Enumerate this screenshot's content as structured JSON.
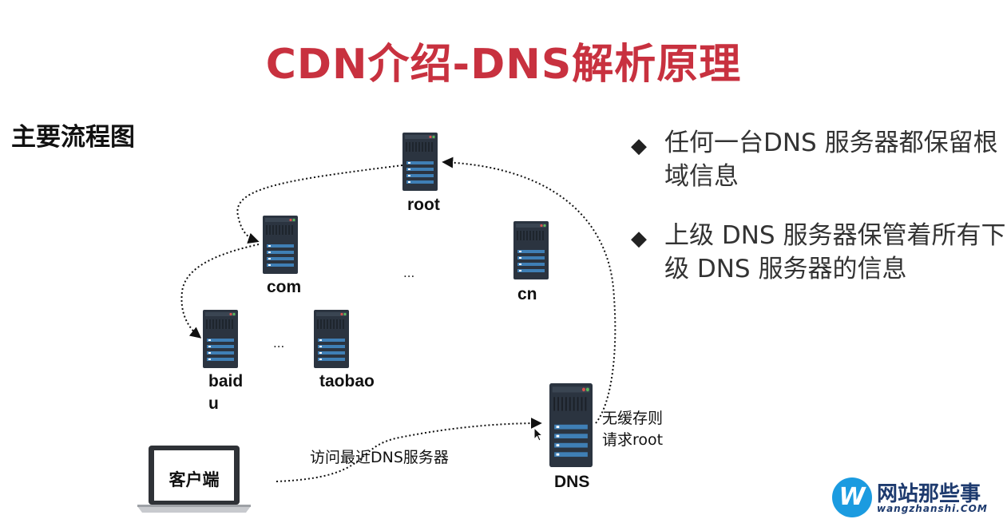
{
  "title": "CDN介绍-DNS解析原理",
  "subtitle": "主要流程图",
  "servers": {
    "root": "root",
    "com": "com",
    "cn": "cn",
    "baidu_line1": "baid",
    "baidu_line2": "u",
    "taobao": "taobao",
    "dns": "DNS"
  },
  "ellipses": [
    "...",
    "..."
  ],
  "client_label": "客户端",
  "edge_labels": {
    "client_to_dns": "访问最近DNS服务器",
    "dns_to_root_line1": "无缓存则",
    "dns_to_root_line2": "请求root"
  },
  "bullets": [
    "任何一台DNS 服务器都保留根域信息",
    "上级 DNS 服务器保管着所有下级 DNS 服务器的信息"
  ],
  "bullet_icon": "diamond-icon",
  "logo": {
    "letter": "W",
    "name": "网站那些事",
    "domain": "wangzhanshi.COM"
  },
  "colors": {
    "title": "#c8313f",
    "server_body": "#2b3440",
    "server_stripe": "#3f7fb5",
    "logo_blue": "#1b9be0"
  }
}
